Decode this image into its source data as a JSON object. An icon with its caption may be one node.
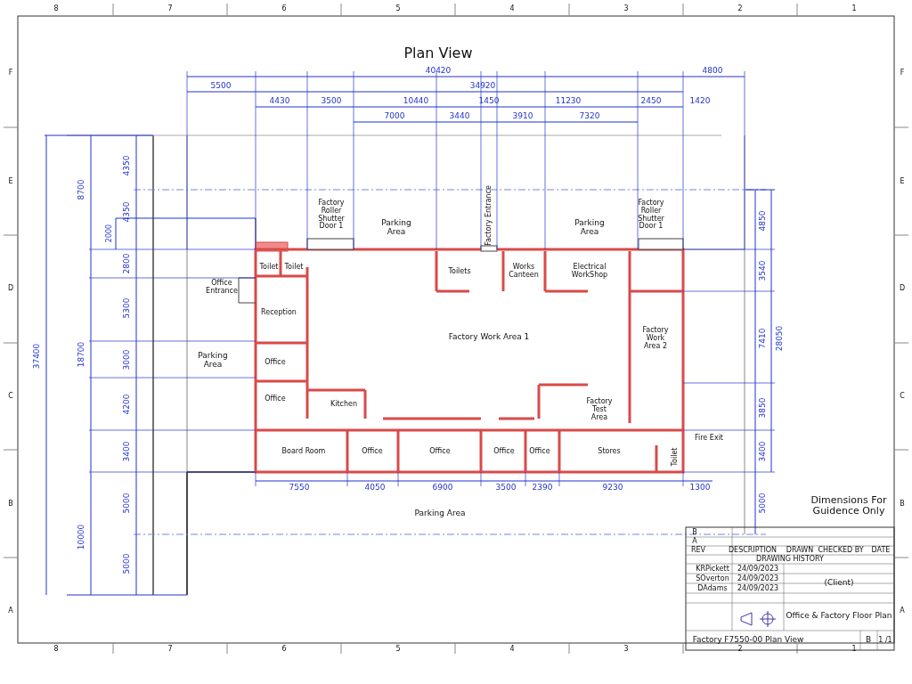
{
  "diagram": {
    "title": "Plan View",
    "labels": [
      "40420",
      "4800",
      "5500",
      "34920",
      "4430",
      "3500",
      "10440",
      "1450",
      "11230",
      "2450",
      "1420",
      "7000",
      "3440",
      "3910",
      "7320",
      "Factory Roller Shutter Door 1",
      "Parking Area",
      "Factory Entrance",
      "Parking Area",
      "Factory Roller Shutter Door 1",
      "Toilet",
      "Toilet",
      "Office Entrance",
      "Toilets",
      "Works Canteen",
      "Electrical WorkShop",
      "Reception",
      "Factory Work Area 1",
      "Factory Work Area 2",
      "Parking Area",
      "Office",
      "Office",
      "Kitchen",
      "Factory Test Area",
      "Board Room",
      "Office",
      "Office",
      "Office",
      "Office",
      "Stores",
      "Toilet",
      "Fire Exit",
      "7550",
      "4050",
      "6900",
      "3500",
      "2390",
      "9230",
      "1300",
      "Parking Area",
      "37400",
      "8700",
      "18700",
      "10000",
      "4350",
      "4350",
      "2000",
      "2800",
      "5300",
      "3000",
      "4200",
      "3400",
      "5000",
      "5000",
      "4850",
      "3540",
      "7410",
      "3850",
      "3400",
      "5000",
      "28050",
      "Dimensions For Guidence Only",
      "8",
      "7",
      "6",
      "5",
      "4",
      "3",
      "2",
      "1",
      "8",
      "7",
      "6",
      "5",
      "4",
      "3",
      "2",
      "1",
      "F",
      "E",
      "D",
      "C",
      "B",
      "A",
      "F",
      "E",
      "D",
      "C",
      "B",
      "A",
      "B",
      "A",
      "REV",
      "DESCRIPTION",
      "DRAWN",
      "CHECKED BY",
      "DATE",
      "DRAWING HISTORY",
      "KRPickett",
      "24/09/2023",
      "SOverton",
      "24/09/2023",
      "DAdams",
      "24/09/2023",
      "(Client)",
      "Office & Factory Floor Plan",
      "Factory F7550-00 Plan View",
      "B",
      "1 /1"
    ]
  }
}
